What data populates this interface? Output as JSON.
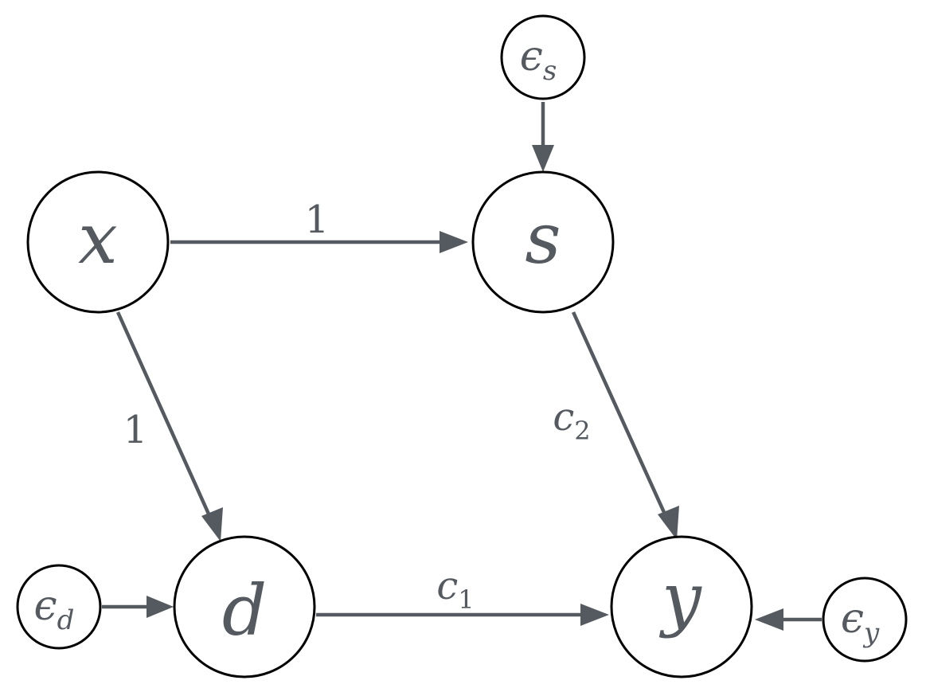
{
  "nodes": {
    "x": {
      "label": "x"
    },
    "s": {
      "label": "s"
    },
    "d": {
      "label": "d"
    },
    "y": {
      "label": "y"
    },
    "eps_s": {
      "symbol": "ϵ",
      "subscript": "s"
    },
    "eps_d": {
      "symbol": "ϵ",
      "subscript": "d"
    },
    "eps_y": {
      "symbol": "ϵ",
      "subscript": "y"
    }
  },
  "edges": {
    "x_to_s": {
      "label": "1"
    },
    "x_to_d": {
      "label": "1"
    },
    "d_to_y": {
      "label": "c",
      "subscript": "1"
    },
    "s_to_y": {
      "label": "c",
      "subscript": "2"
    }
  },
  "colors": {
    "edge": "#555a60",
    "node_stroke": "#000000",
    "text": "#555a60"
  }
}
